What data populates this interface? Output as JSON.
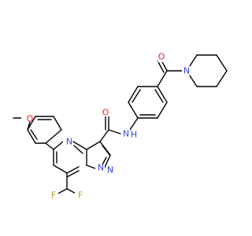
{
  "atoms": [
    {
      "id": "o_carbonyl_top",
      "text": "O",
      "color": "#e8242a"
    },
    {
      "id": "n_piperidine",
      "text": "N",
      "color": "#3048e8"
    },
    {
      "id": "o_methoxy",
      "text": "O",
      "color": "#e8242a"
    },
    {
      "id": "n_pyrimidine",
      "text": "N",
      "color": "#3048e8"
    },
    {
      "id": "o_amide",
      "text": "O",
      "color": "#e8242a"
    },
    {
      "id": "n_amide",
      "text": "N",
      "color": "#3048e8"
    },
    {
      "id": "h_amide",
      "text": "H",
      "color": "#3048e8"
    },
    {
      "id": "n_bridge",
      "text": "N",
      "color": "#3048e8"
    },
    {
      "id": "n_pyrazole",
      "text": "N",
      "color": "#3048e8"
    },
    {
      "id": "f_left",
      "text": "F",
      "color": "#b8a020"
    },
    {
      "id": "f_right",
      "text": "F",
      "color": "#b8a020"
    }
  ]
}
